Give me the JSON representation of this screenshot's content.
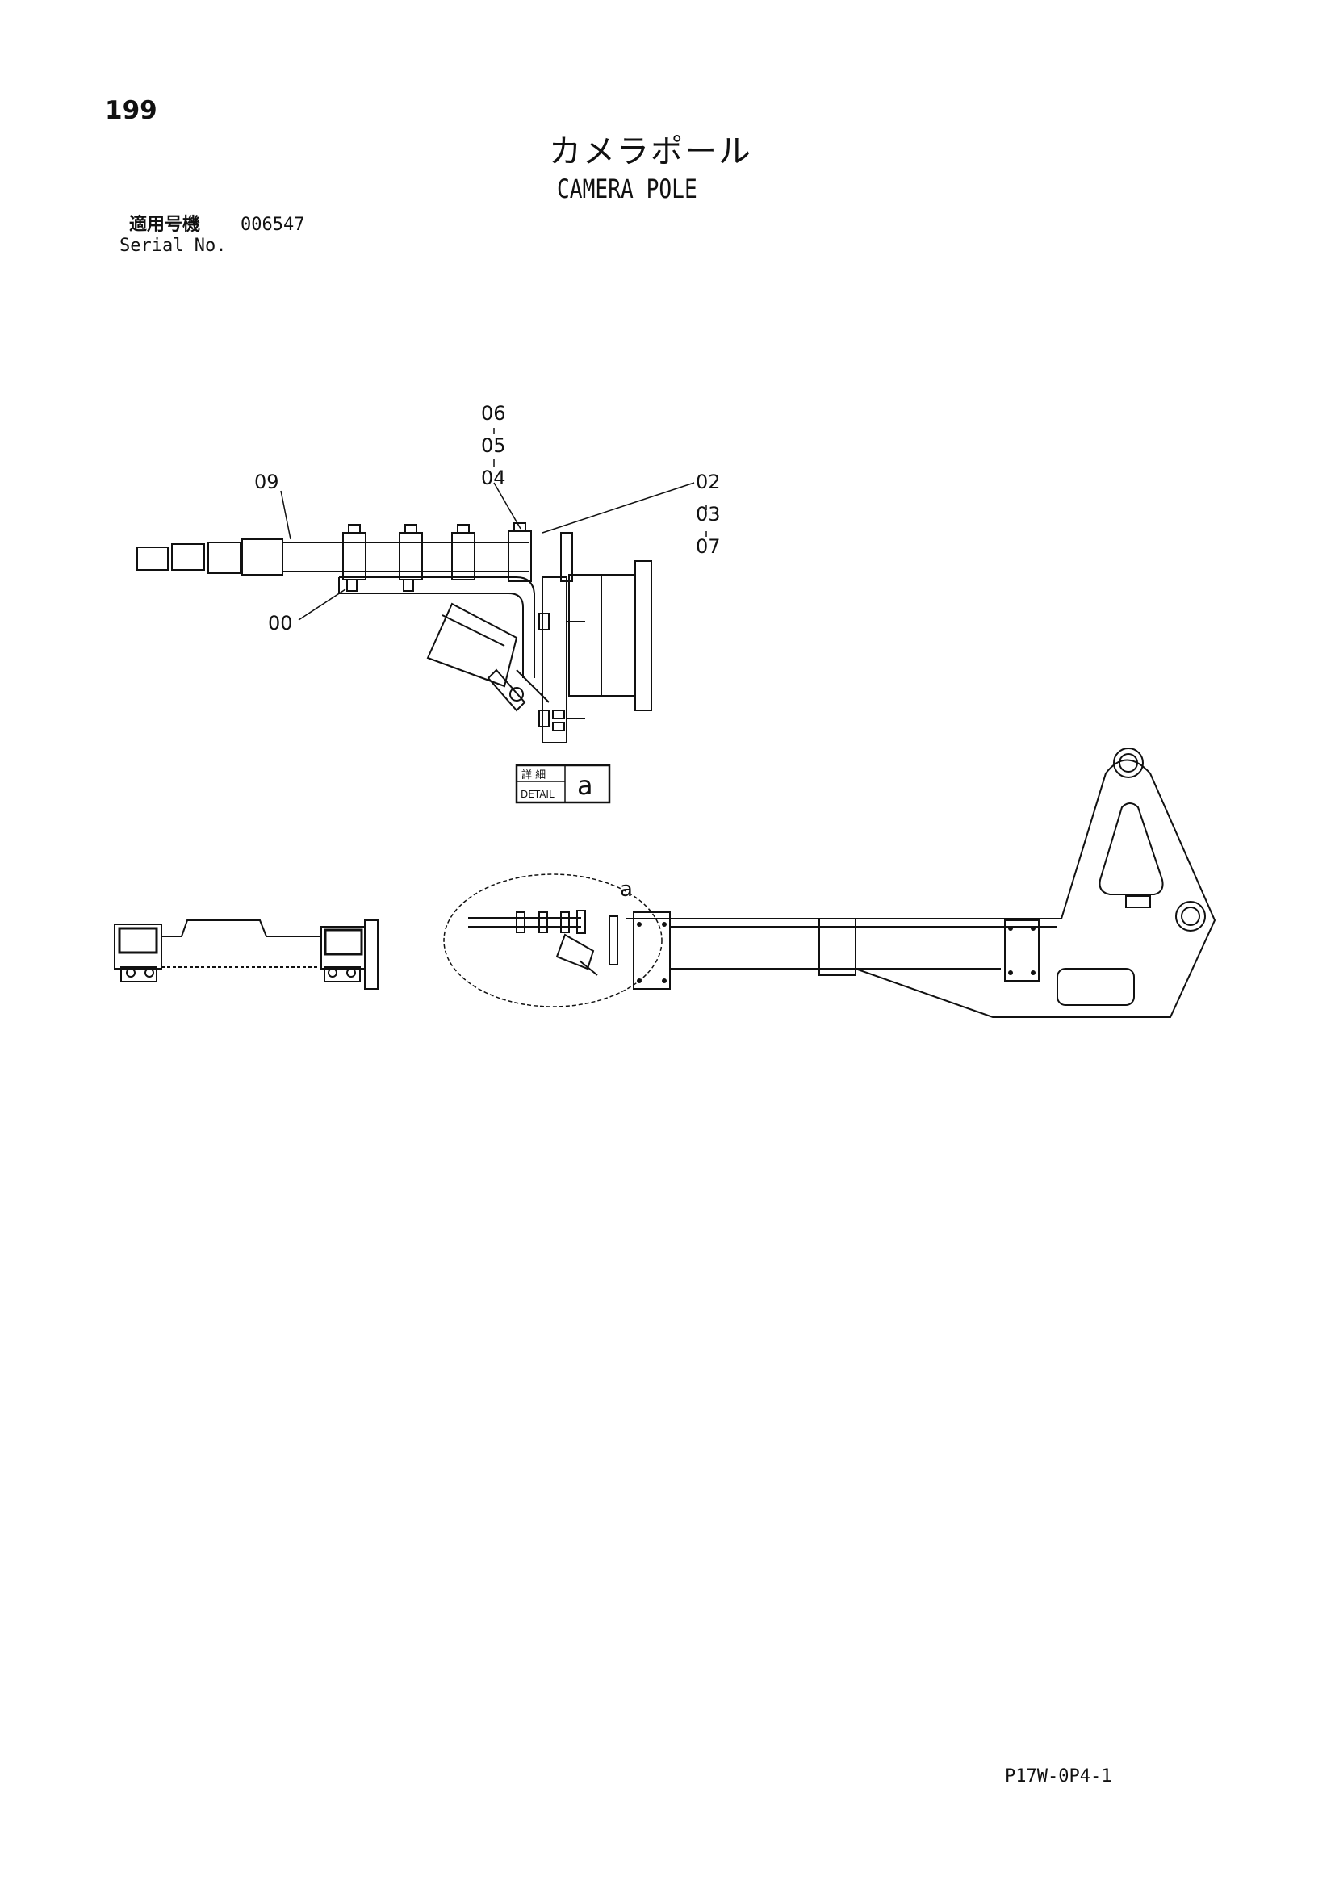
{
  "header": {
    "page_number": "199",
    "title_jp": "カメラポール",
    "title_en": "CAMERA POLE",
    "serial_label_jp": "適用号機",
    "serial_value": "006547",
    "serial_label_en": "Serial No."
  },
  "callouts": {
    "c06": "06",
    "c05": "05",
    "c04": "04",
    "c09": "09",
    "c02": "02",
    "c03": "03",
    "c07": "07",
    "c00": "00",
    "detail_marker": "a"
  },
  "detail_box": {
    "label_jp": "詳 細",
    "label_en": "DETAIL",
    "letter": "a"
  },
  "footer": {
    "doc_code": "P17W-0P4-1"
  }
}
